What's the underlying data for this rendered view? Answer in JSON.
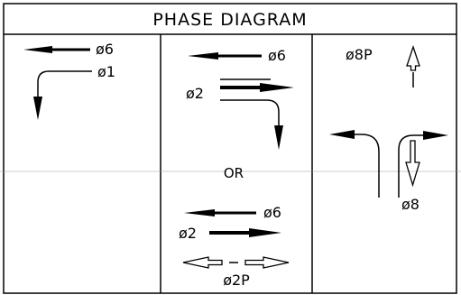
{
  "title": "PHASE DIAGRAM",
  "panel1": {
    "phase_top": "ø6",
    "phase_turn": "ø1"
  },
  "panel2": {
    "option_a": {
      "phase_top": "ø6",
      "phase_left": "ø2"
    },
    "separator": "OR",
    "option_b": {
      "phase_top": "ø6",
      "phase_mid": "ø2",
      "phase_ped": "ø2P"
    }
  },
  "panel3": {
    "phase_ped": "ø8P",
    "phase_main": "ø8"
  },
  "colors": {
    "ink": "#000000",
    "background": "#ffffff"
  }
}
